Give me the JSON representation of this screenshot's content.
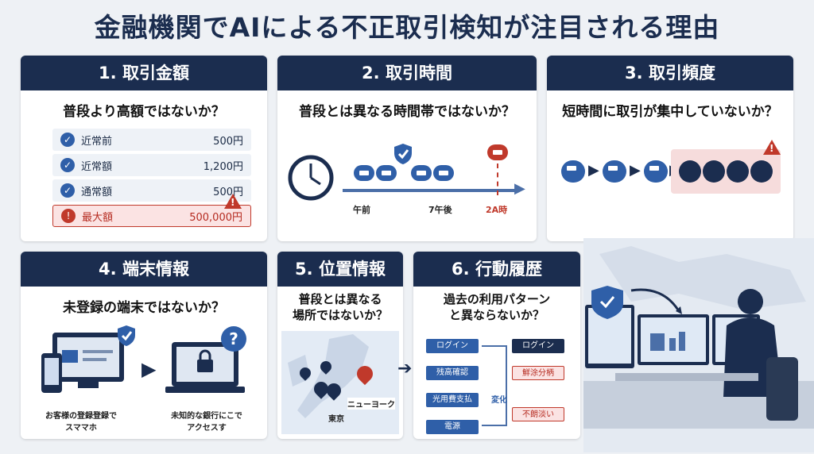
{
  "title": "金融機関でAIによる不正取引検知が注目される理由",
  "cards": [
    {
      "header": "1. 取引金額",
      "question": "普段より高額ではないか？",
      "rows": [
        {
          "label": "近常前",
          "value": "500円"
        },
        {
          "label": "近常額",
          "value": "1,200円"
        },
        {
          "label": "通常額",
          "value": "500円"
        },
        {
          "label": "最大額",
          "value": "500,000円"
        }
      ]
    },
    {
      "header": "2. 取引時間",
      "question": "普段とは異なる時間帯ではないか？",
      "ticks": [
        "午前",
        "7午後",
        "2A時"
      ]
    },
    {
      "header": "3. 取引頻度",
      "question": "短時間に取引が集中していないか？"
    },
    {
      "header": "4. 端末情報",
      "question": "未登録の端末ではないか？",
      "captions": [
        "お客様の登録登録で\nスママホ",
        "未知的な銀行にこで\nアクセスす"
      ]
    },
    {
      "header": "5. 位置情報",
      "question": "普段とは異なる\n場所ではないか？",
      "labels": [
        "東京",
        "ニューヨーク"
      ]
    },
    {
      "header": "6. 行動履歴",
      "question": "過去の利用パターン\nと異ならないか？",
      "flow_left": [
        "ログイン",
        "残高確認",
        "光用費支払",
        "電源"
      ],
      "flow_right": [
        "ログイン",
        "鮮涂分柄",
        "不朗淡い"
      ],
      "change_label": "変化"
    }
  ],
  "colors": {
    "navy": "#1b2d4f",
    "blue": "#2f5fa8",
    "alert": "#c0392b"
  }
}
